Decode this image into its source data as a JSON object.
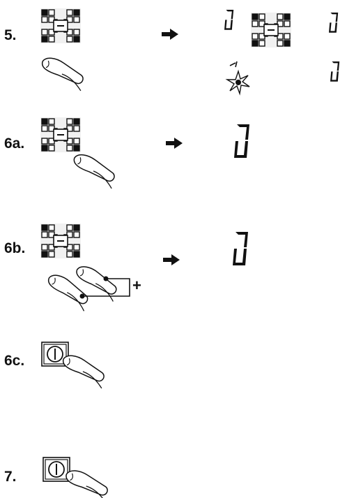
{
  "steps": [
    {
      "label": "5.",
      "display_value": "0"
    },
    {
      "label": "6a.",
      "display_value": "0"
    },
    {
      "label": "6b.",
      "display_value": "0",
      "combine_symbol": "+"
    },
    {
      "label": "6c."
    },
    {
      "label": "7."
    }
  ],
  "zone_display_values": [
    "0",
    "0",
    "0"
  ],
  "colors": {
    "ink": "#111111",
    "panel_gray": "#9a9a9a",
    "background": "#ffffff"
  }
}
